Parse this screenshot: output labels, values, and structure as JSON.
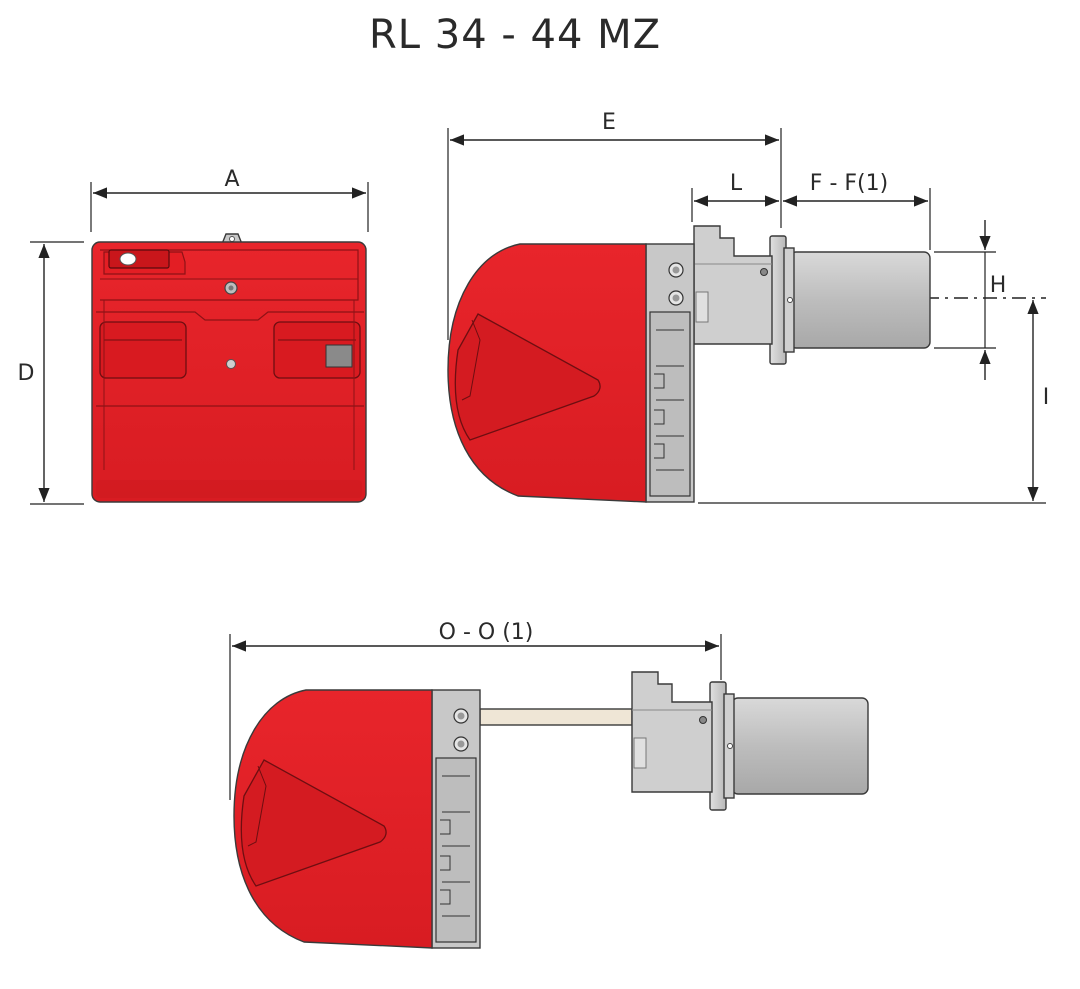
{
  "title": "RL 34 - 44 MZ",
  "dimensions": {
    "A": "A",
    "D": "D",
    "E": "E",
    "L": "L",
    "F": "F - F(1)",
    "H": "H",
    "I": "I",
    "O": "O - O (1)"
  },
  "colors": {
    "housing_red": "#e31e24",
    "housing_dark_red": "#b8171c",
    "panel_gray": "#c9c9c9",
    "tube_gray": "#bfbfbf",
    "flange_gray": "#d6d6d6",
    "rod_beige": "#efe6d6",
    "line": "#222222"
  }
}
